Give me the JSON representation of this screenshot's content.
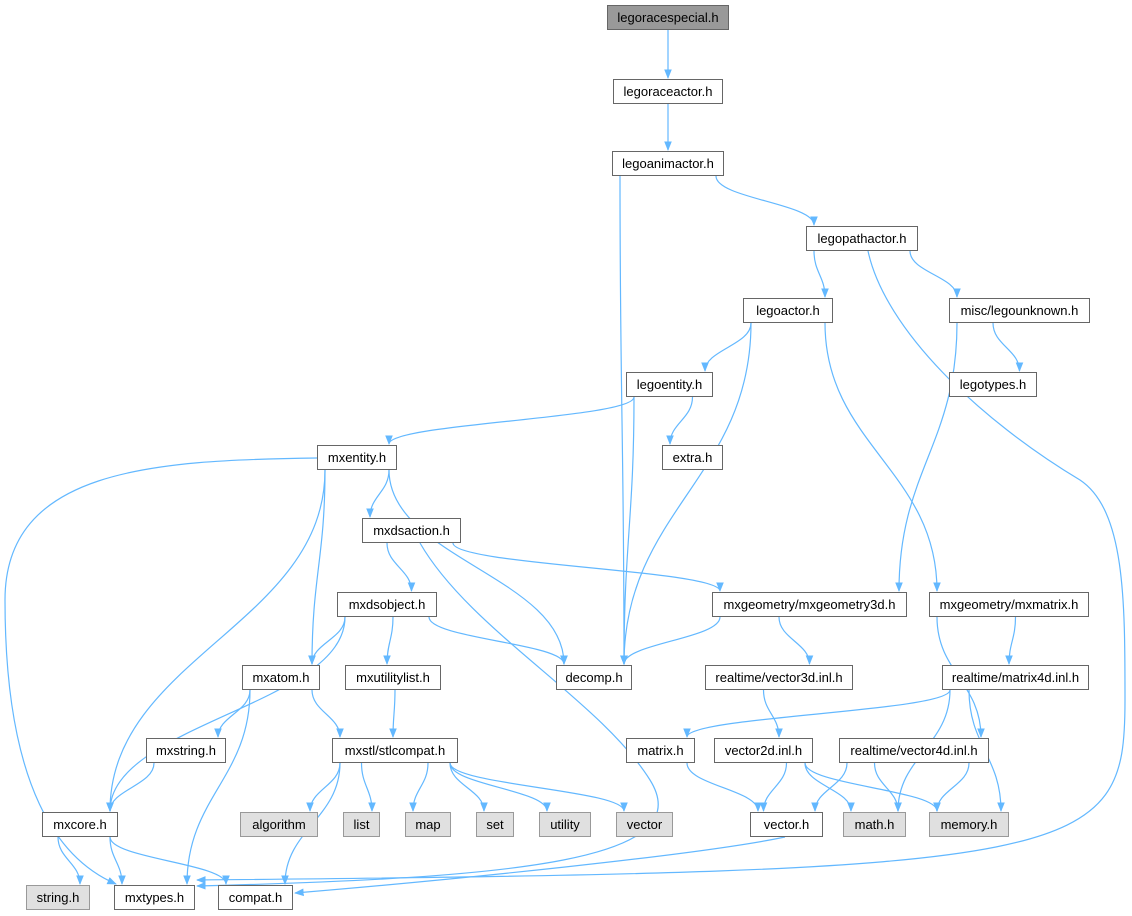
{
  "graph": {
    "title": "Include dependency graph",
    "edge_color": "#63b8ff",
    "nodes": [
      {
        "id": "legoracespecial",
        "label": "legoracespecial.h",
        "kind": "root"
      },
      {
        "id": "legoraceactor",
        "label": "legoraceactor.h",
        "kind": "file"
      },
      {
        "id": "legoanimactor",
        "label": "legoanimactor.h",
        "kind": "file"
      },
      {
        "id": "legopathactor",
        "label": "legopathactor.h",
        "kind": "file"
      },
      {
        "id": "legoactor",
        "label": "legoactor.h",
        "kind": "file"
      },
      {
        "id": "legounknown",
        "label": "misc/legounknown.h",
        "kind": "file"
      },
      {
        "id": "legoentity",
        "label": "legoentity.h",
        "kind": "file"
      },
      {
        "id": "legotypes",
        "label": "legotypes.h",
        "kind": "file"
      },
      {
        "id": "mxentity",
        "label": "mxentity.h",
        "kind": "file"
      },
      {
        "id": "extra",
        "label": "extra.h",
        "kind": "file"
      },
      {
        "id": "mxdsaction",
        "label": "mxdsaction.h",
        "kind": "file"
      },
      {
        "id": "mxdsobject",
        "label": "mxdsobject.h",
        "kind": "file"
      },
      {
        "id": "mxgeometry3d",
        "label": "mxgeometry/mxgeometry3d.h",
        "kind": "file"
      },
      {
        "id": "mxmatrix",
        "label": "mxgeometry/mxmatrix.h",
        "kind": "file"
      },
      {
        "id": "mxatom",
        "label": "mxatom.h",
        "kind": "file"
      },
      {
        "id": "mxutilitylist",
        "label": "mxutilitylist.h",
        "kind": "file"
      },
      {
        "id": "decomp",
        "label": "decomp.h",
        "kind": "file"
      },
      {
        "id": "vector3d",
        "label": "realtime/vector3d.inl.h",
        "kind": "file"
      },
      {
        "id": "matrix4d",
        "label": "realtime/matrix4d.inl.h",
        "kind": "file"
      },
      {
        "id": "mxstring",
        "label": "mxstring.h",
        "kind": "file"
      },
      {
        "id": "stlcompat",
        "label": "mxstl/stlcompat.h",
        "kind": "file"
      },
      {
        "id": "matrix",
        "label": "matrix.h",
        "kind": "file"
      },
      {
        "id": "vector2d",
        "label": "vector2d.inl.h",
        "kind": "file"
      },
      {
        "id": "vector4d",
        "label": "realtime/vector4d.inl.h",
        "kind": "file"
      },
      {
        "id": "mxcore",
        "label": "mxcore.h",
        "kind": "file"
      },
      {
        "id": "algorithm",
        "label": "algorithm",
        "kind": "ext"
      },
      {
        "id": "list",
        "label": "list",
        "kind": "ext"
      },
      {
        "id": "map",
        "label": "map",
        "kind": "ext"
      },
      {
        "id": "set",
        "label": "set",
        "kind": "ext"
      },
      {
        "id": "utility",
        "label": "utility",
        "kind": "ext"
      },
      {
        "id": "vector",
        "label": "vector",
        "kind": "ext"
      },
      {
        "id": "vectorh",
        "label": "vector.h",
        "kind": "file"
      },
      {
        "id": "math",
        "label": "math.h",
        "kind": "ext"
      },
      {
        "id": "memory",
        "label": "memory.h",
        "kind": "ext"
      },
      {
        "id": "string",
        "label": "string.h",
        "kind": "ext"
      },
      {
        "id": "mxtypes",
        "label": "mxtypes.h",
        "kind": "file"
      },
      {
        "id": "compat",
        "label": "compat.h",
        "kind": "file"
      }
    ],
    "edges": [
      [
        "legoracespecial",
        "legoraceactor"
      ],
      [
        "legoraceactor",
        "legoanimactor"
      ],
      [
        "legoanimactor",
        "legopathactor"
      ],
      [
        "legoanimactor",
        "decomp"
      ],
      [
        "legopathactor",
        "legoactor"
      ],
      [
        "legopathactor",
        "legounknown"
      ],
      [
        "legopathactor",
        "mxtypes"
      ],
      [
        "legoactor",
        "legoentity"
      ],
      [
        "legoactor",
        "decomp"
      ],
      [
        "legoactor",
        "mxmatrix"
      ],
      [
        "legounknown",
        "legotypes"
      ],
      [
        "legounknown",
        "mxgeometry3d"
      ],
      [
        "legoentity",
        "mxentity"
      ],
      [
        "legoentity",
        "extra"
      ],
      [
        "legoentity",
        "decomp"
      ],
      [
        "mxentity",
        "mxdsaction"
      ],
      [
        "mxentity",
        "decomp"
      ],
      [
        "mxentity",
        "mxatom"
      ],
      [
        "mxentity",
        "mxcore"
      ],
      [
        "mxentity",
        "mxtypes"
      ],
      [
        "mxdsaction",
        "mxdsobject"
      ],
      [
        "mxdsaction",
        "mxgeometry3d"
      ],
      [
        "mxdsaction",
        "mxtypes"
      ],
      [
        "mxdsobject",
        "mxatom"
      ],
      [
        "mxdsobject",
        "mxutilitylist"
      ],
      [
        "mxdsobject",
        "decomp"
      ],
      [
        "mxdsobject",
        "mxcore"
      ],
      [
        "mxgeometry3d",
        "decomp"
      ],
      [
        "mxgeometry3d",
        "vector3d"
      ],
      [
        "mxmatrix",
        "matrix4d"
      ],
      [
        "mxmatrix",
        "vector4d"
      ],
      [
        "mxatom",
        "mxstring"
      ],
      [
        "mxatom",
        "stlcompat"
      ],
      [
        "mxatom",
        "mxtypes"
      ],
      [
        "mxutilitylist",
        "stlcompat"
      ],
      [
        "vector3d",
        "vector2d"
      ],
      [
        "matrix4d",
        "matrix"
      ],
      [
        "matrix4d",
        "math"
      ],
      [
        "matrix4d",
        "memory"
      ],
      [
        "mxstring",
        "mxcore"
      ],
      [
        "stlcompat",
        "algorithm"
      ],
      [
        "stlcompat",
        "list"
      ],
      [
        "stlcompat",
        "map"
      ],
      [
        "stlcompat",
        "set"
      ],
      [
        "stlcompat",
        "utility"
      ],
      [
        "stlcompat",
        "vector"
      ],
      [
        "stlcompat",
        "compat"
      ],
      [
        "matrix",
        "vectorh"
      ],
      [
        "vector2d",
        "vectorh"
      ],
      [
        "vector2d",
        "math"
      ],
      [
        "vector2d",
        "memory"
      ],
      [
        "vector4d",
        "vectorh"
      ],
      [
        "vector4d",
        "math"
      ],
      [
        "vector4d",
        "memory"
      ],
      [
        "mxcore",
        "string"
      ],
      [
        "mxcore",
        "mxtypes"
      ],
      [
        "mxcore",
        "compat"
      ],
      [
        "vectorh",
        "compat"
      ]
    ]
  }
}
